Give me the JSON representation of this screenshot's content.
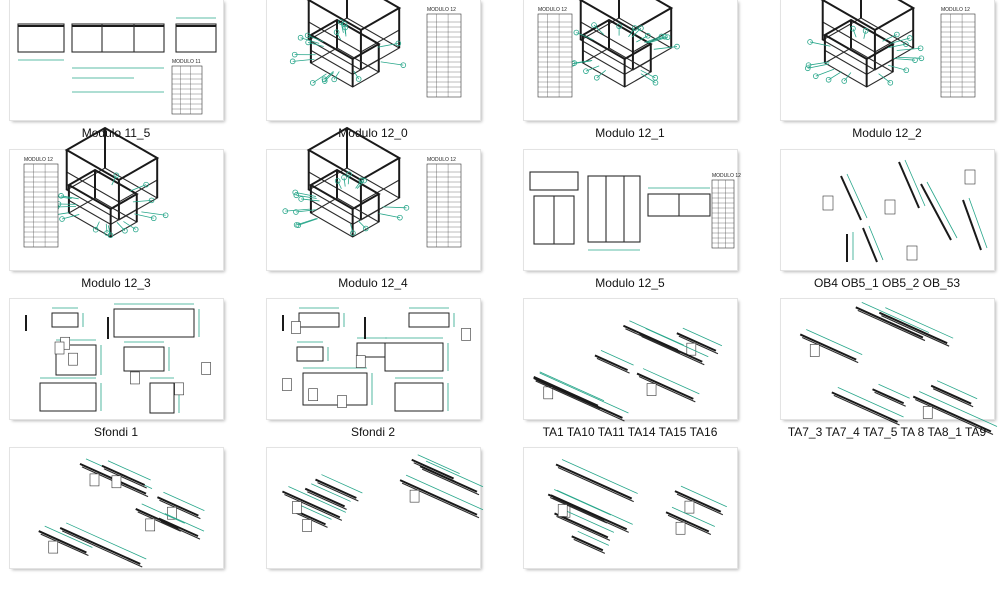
{
  "gallery": {
    "items": [
      {
        "label": "Modulo 11_5",
        "kind": "assembly-elev",
        "title": "MODULO 11"
      },
      {
        "label": "Modulo 12_0",
        "kind": "iso",
        "title": "MODULO 12"
      },
      {
        "label": "Modulo 12_1",
        "kind": "iso",
        "title": "MODULO 12"
      },
      {
        "label": "Modulo 12_2",
        "kind": "iso",
        "title": "MODULO 12"
      },
      {
        "label": "Modulo 12_3",
        "kind": "iso",
        "title": "MODULO 12"
      },
      {
        "label": "Modulo 12_4",
        "kind": "iso",
        "title": "MODULO 12"
      },
      {
        "label": "Modulo 12_5",
        "kind": "ortho",
        "title": "MODULO 12"
      },
      {
        "label": "OB4 OB5_1 OB5_2 OB_53",
        "kind": "bars",
        "title": ""
      },
      {
        "label": "Sfondi 1",
        "kind": "panels",
        "title": ""
      },
      {
        "label": "Sfondi 2",
        "kind": "panels",
        "title": ""
      },
      {
        "label": "TA1 TA10 TA11 TA14 TA15 TA16",
        "kind": "profiles",
        "title": ""
      },
      {
        "label": "TA7_3 TA7_4 TA7_5 TA 8 TA8_1 TA9",
        "kind": "profiles",
        "title": ""
      },
      {
        "label": "",
        "kind": "profiles",
        "title": ""
      },
      {
        "label": "",
        "kind": "profiles",
        "title": ""
      },
      {
        "label": "",
        "kind": "profiles",
        "title": ""
      }
    ]
  }
}
